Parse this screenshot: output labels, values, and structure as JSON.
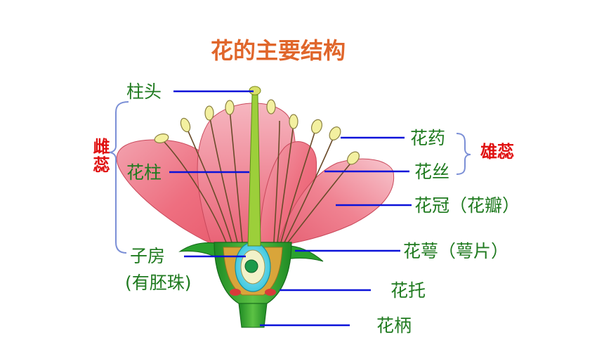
{
  "title": "花的主要结构",
  "labels": {
    "stigma": "柱头",
    "style": "花柱",
    "pistil": "雌蕊",
    "ovary": "子房",
    "ovule": "(有胚珠)",
    "anther": "花药",
    "filament": "花丝",
    "stamen": "雄蕊",
    "corolla": "花冠（花瓣）",
    "calyx": "花萼（萼片）",
    "receptacle": "花托",
    "pedicel": "花柄"
  },
  "colors": {
    "title": "#e0662b",
    "label_text": "#1f7a1f",
    "group_text": "#e01010",
    "leader_line": "#0b12d9",
    "bracket": "#7b8fd6",
    "petal": "#f07f8d",
    "sepal": "#27a52b",
    "ovary": "#40d7e0"
  }
}
